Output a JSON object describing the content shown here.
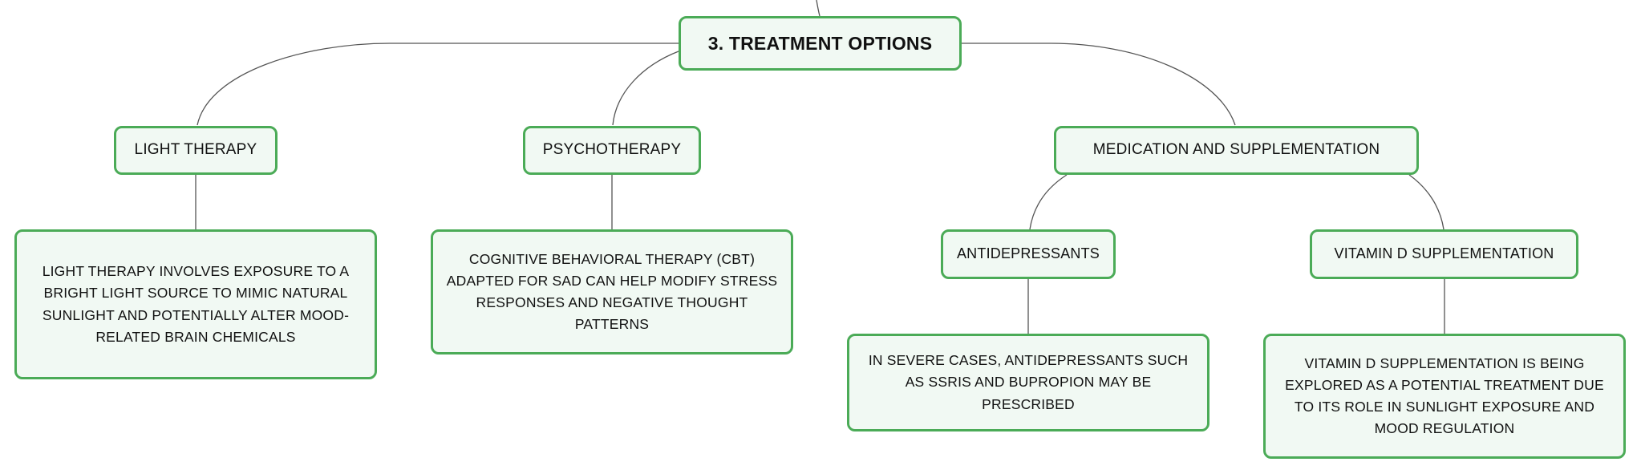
{
  "root": {
    "label": "3. TREATMENT OPTIONS"
  },
  "branches": {
    "light": {
      "label": "LIGHT THERAPY",
      "detail": "LIGHT THERAPY INVOLVES EXPOSURE TO A BRIGHT LIGHT SOURCE TO MIMIC NATURAL SUNLIGHT AND POTENTIALLY ALTER MOOD-RELATED BRAIN CHEMICALS"
    },
    "psycho": {
      "label": "PSYCHOTHERAPY",
      "detail": "COGNITIVE BEHAVIORAL THERAPY (CBT) ADAPTED FOR SAD CAN HELP MODIFY STRESS RESPONSES AND NEGATIVE THOUGHT PATTERNS"
    },
    "medication": {
      "label": "MEDICATION AND SUPPLEMENTATION",
      "antidepressants": {
        "label": "ANTIDEPRESSANTS",
        "detail": "IN SEVERE CASES, ANTIDEPRESSANTS SUCH AS SSRIS AND BUPROPION MAY BE PRESCRIBED"
      },
      "vitamin_d": {
        "label": "VITAMIN D SUPPLEMENTATION",
        "detail": "VITAMIN D SUPPLEMENTATION IS BEING EXPLORED AS A POTENTIAL TREATMENT DUE TO ITS ROLE IN SUNLIGHT EXPOSURE AND MOOD REGULATION"
      }
    }
  },
  "colors": {
    "border": "#4bab57",
    "fill": "#f1f9f3",
    "edge": "#555555"
  }
}
